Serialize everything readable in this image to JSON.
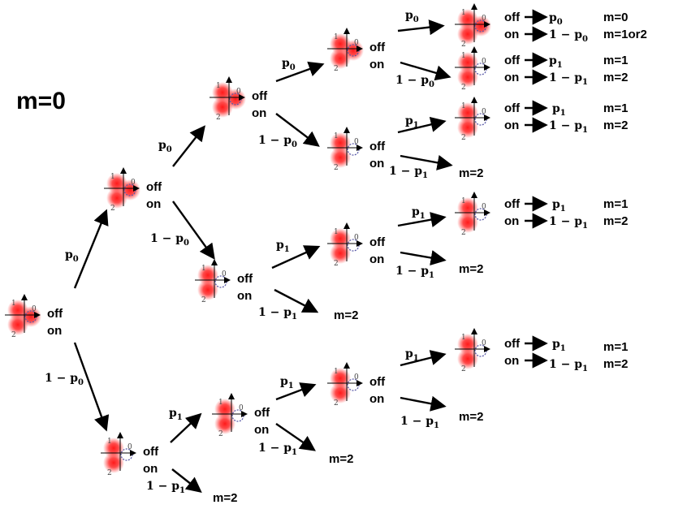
{
  "title": "m=0",
  "node_labels": {
    "off": "off",
    "on": "on",
    "ax_1": "1",
    "ax_0": "0",
    "ax_2": "2"
  },
  "prob_labels": {
    "p0": "p",
    "p0_sub": "0",
    "p1": "p",
    "p1_sub": "1",
    "one_minus_p0": "1 − p",
    "one_minus_p1": "1 − p"
  },
  "results": {
    "m0": "m=0",
    "m1": "m=1",
    "m2": "m=2",
    "m1or2": "m=1or2"
  },
  "colors": {
    "spot": "#ff2020",
    "line": "#000000",
    "ring": "#5a5aa8"
  }
}
